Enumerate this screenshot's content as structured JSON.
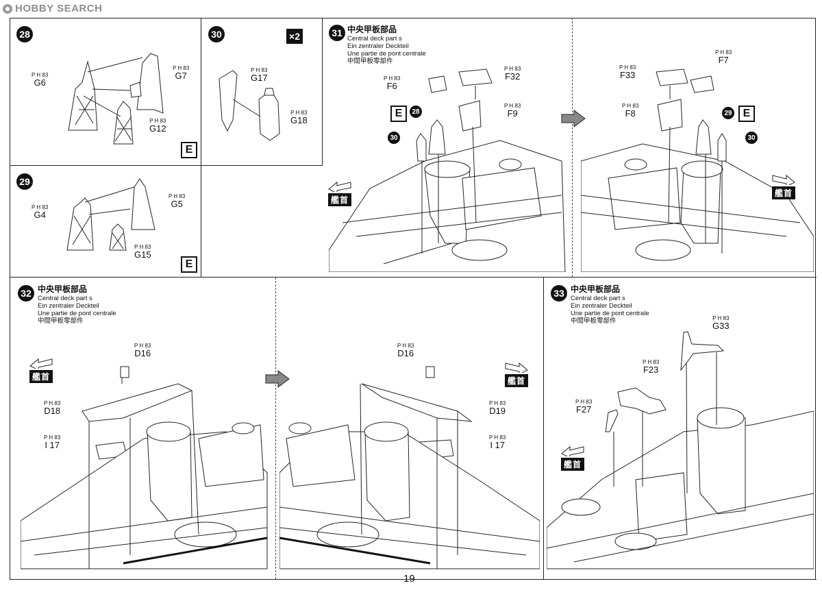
{
  "watermark": "HOBBY SEARCH",
  "page_number": "19",
  "bow_label": "艦首",
  "common": {
    "sprue_tag": "P H 83",
    "title_jp": "中央甲板部品",
    "title_en": "Central deck part s",
    "title_de": "Ein zentraler Deckteil",
    "title_fr": "Une partie de pont centrale",
    "title_jp2": "中間甲板零部件"
  },
  "steps": {
    "s28": {
      "num": "28",
      "badge": "E",
      "parts": [
        "G6",
        "G7",
        "G12"
      ]
    },
    "s29": {
      "num": "29",
      "badge": "E",
      "parts": [
        "G4",
        "G5",
        "G15"
      ]
    },
    "s30": {
      "num": "30",
      "multiplier": "×2",
      "parts": [
        "G17",
        "G18"
      ]
    },
    "s31": {
      "num": "31",
      "parts_left": [
        "F6",
        "F32",
        "F9"
      ],
      "parts_right": [
        "F7",
        "F33",
        "F8"
      ],
      "refs": [
        "28",
        "30",
        "29",
        "30"
      ],
      "badge": "E"
    },
    "s32": {
      "num": "32",
      "parts_left": [
        "D16",
        "D18",
        "I 17"
      ],
      "parts_right": [
        "D16",
        "D19",
        "I 17"
      ]
    },
    "s33": {
      "num": "33",
      "parts": [
        "G33",
        "F23",
        "F27"
      ]
    }
  }
}
